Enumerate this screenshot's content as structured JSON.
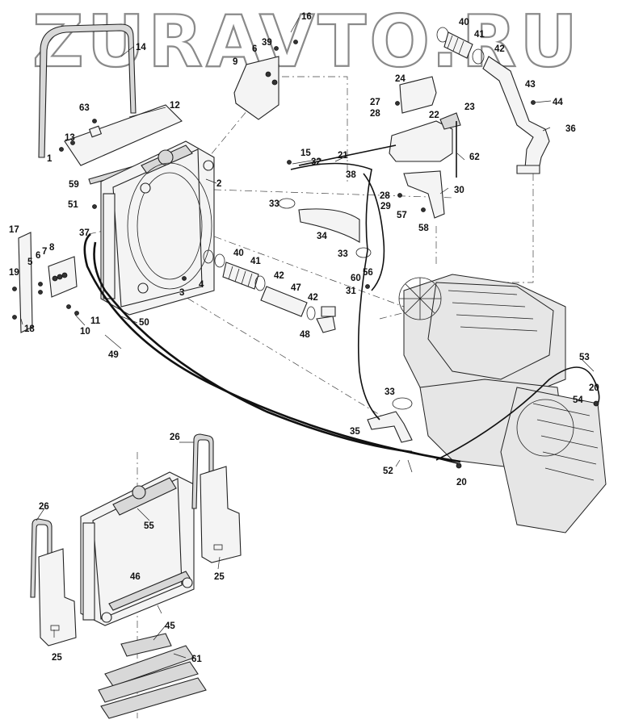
{
  "watermark": "ZURAVTO.RU",
  "corner_mark": "(small mark)",
  "callouts": {
    "c1": "1",
    "c2": "2",
    "c3": "3",
    "c4": "4",
    "c5": "5",
    "c6a": "6",
    "c6b": "6",
    "c7": "7",
    "c8": "8",
    "c9": "9",
    "c10": "10",
    "c11": "11",
    "c12": "12",
    "c13": "13",
    "c14": "14",
    "c15": "15",
    "c16": "16",
    "c17": "17",
    "c18": "18",
    "c19": "19",
    "c20a": "20",
    "c20b": "20",
    "c21": "21",
    "c22": "22",
    "c23": "23",
    "c24": "24",
    "c25a": "25",
    "c25b": "25",
    "c26a": "26",
    "c26b": "26",
    "c27": "27",
    "c28a": "28",
    "c28b": "28",
    "c29": "29",
    "c30": "30",
    "c31": "31",
    "c32": "32",
    "c33a": "33",
    "c33b": "33",
    "c33c": "33",
    "c34": "34",
    "c35": "35",
    "c36": "36",
    "c37": "37",
    "c38": "38",
    "c39": "39",
    "c40a": "40",
    "c40b": "40",
    "c41a": "41",
    "c41b": "41",
    "c42a": "42",
    "c42b": "42",
    "c42c": "42",
    "c43": "43",
    "c44": "44",
    "c45": "45",
    "c46": "46",
    "c47": "47",
    "c48": "48",
    "c49": "49",
    "c50": "50",
    "c51": "51",
    "c52": "52",
    "c53": "53",
    "c54": "54",
    "c55": "55",
    "c56": "56",
    "c57": "57",
    "c58": "58",
    "c59": "59",
    "c60": "60",
    "c61": "61",
    "c62": "62",
    "c63": "63"
  }
}
